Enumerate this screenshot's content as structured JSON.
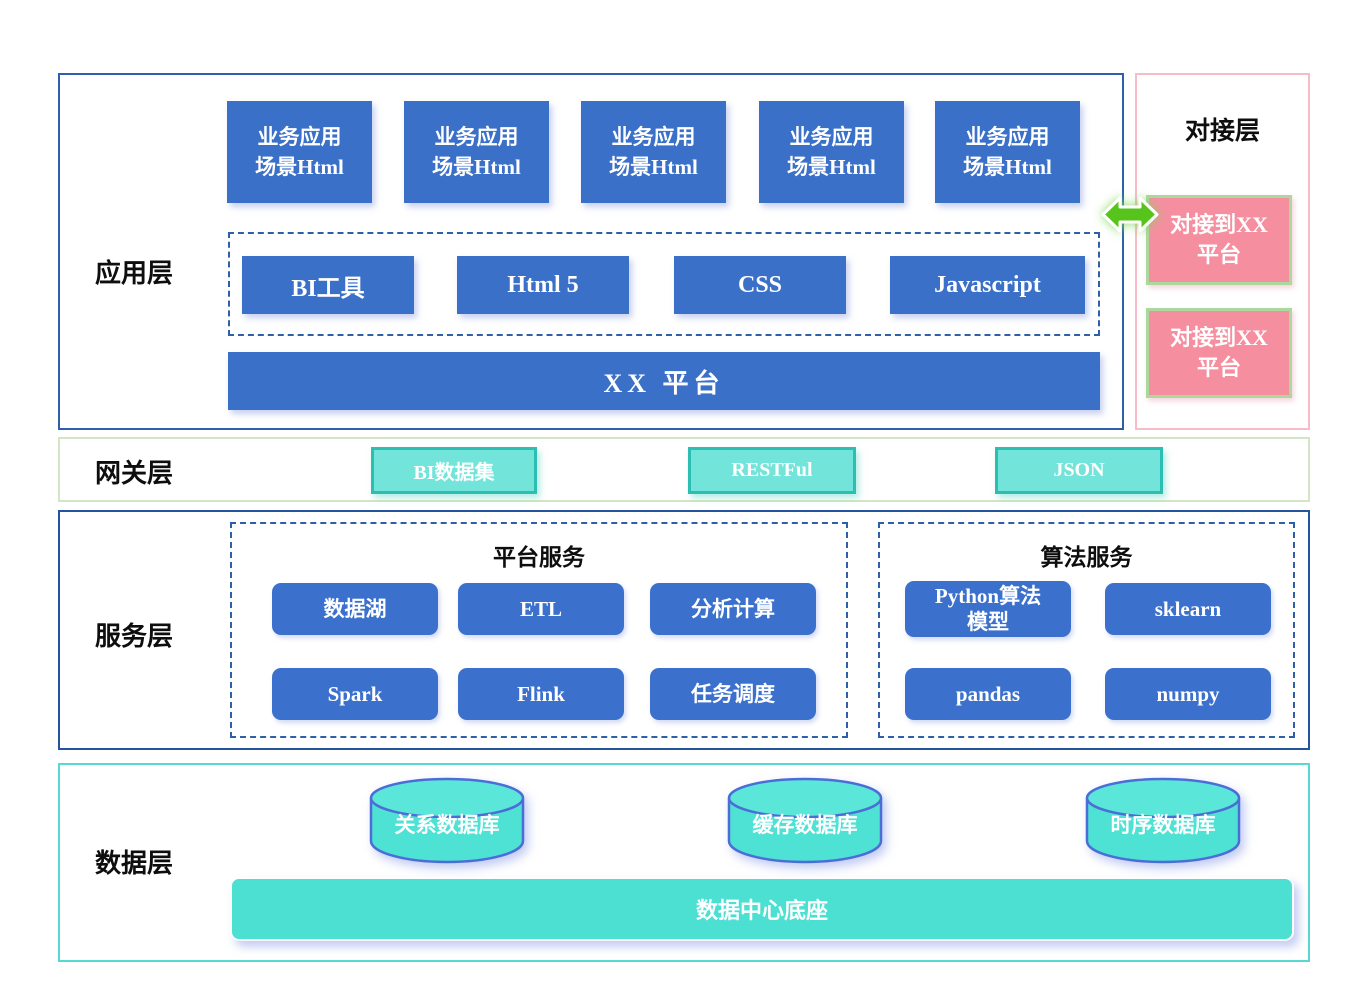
{
  "app": {
    "label": "应用层",
    "scenarios": [
      "业务应用\n场景Html",
      "业务应用\n场景Html",
      "业务应用\n场景Html",
      "业务应用\n场景Html",
      "业务应用\n场景Html"
    ],
    "techs": [
      "BI工具",
      "Html 5",
      "CSS",
      "Javascript"
    ],
    "platform": "XX 平台"
  },
  "docking": {
    "label": "对接层",
    "boxes": [
      "对接到XX\n平台",
      "对接到XX\n平台"
    ]
  },
  "gateway": {
    "label": "网关层",
    "boxes": [
      "BI数据集",
      "RESTFul",
      "JSON"
    ]
  },
  "service": {
    "label": "服务层",
    "platform_group": {
      "title": "平台服务",
      "boxes": [
        "数据湖",
        "ETL",
        "分析计算",
        "Spark",
        "Flink",
        "任务调度"
      ]
    },
    "algorithm_group": {
      "title": "算法服务",
      "boxes": [
        "Python算法\n模型",
        "sklearn",
        "pandas",
        "numpy"
      ]
    }
  },
  "data_layer": {
    "label": "数据层",
    "cylinders": [
      "关系数据库",
      "缓存数据库",
      "时序数据库"
    ],
    "base": "数据中心底座"
  },
  "colors": {
    "box_blue": "#3b70c8",
    "layer_border_blue": "#2e5fa9",
    "service_border_navy": "#24549e",
    "teal_box_fill": "#72e4d9",
    "teal_box_border": "#2abfb2",
    "gateway_border_green": "#d2e5c6",
    "pink_box_fill": "#f58fa0",
    "docking_border_pink": "#f7bcc8",
    "pink_box_border_green": "#abd89d",
    "arrow_green": "#57c41c",
    "cylinder_fill": "#4ee2d4",
    "cylinder_stroke": "#4b6ed6",
    "data_border_teal": "#56d9d1",
    "base_bar_fill": "#4ce0d3"
  }
}
